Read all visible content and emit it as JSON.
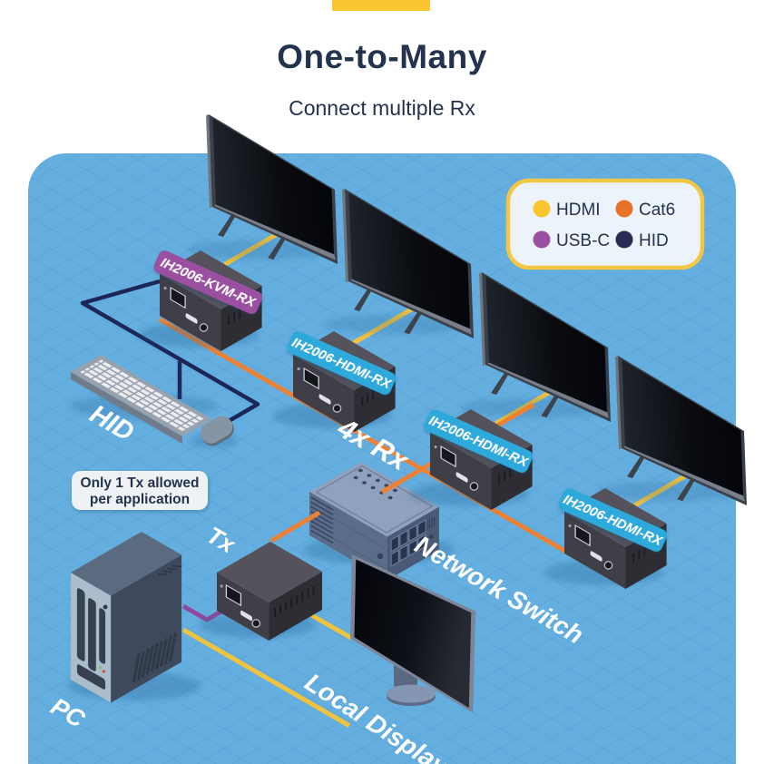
{
  "header": {
    "title": "One-to-Many",
    "subtitle": "Connect multiple Rx"
  },
  "legend": {
    "items": [
      {
        "label": "HDMI",
        "color": "#f9c62f"
      },
      {
        "label": "Cat6",
        "color": "#e8722a"
      },
      {
        "label": "USB-C",
        "color": "#9b4fa0"
      },
      {
        "label": "HID",
        "color": "#272c55"
      }
    ]
  },
  "note": {
    "line1": "Only 1 Tx allowed",
    "line2": "per application"
  },
  "devices": {
    "kvm_rx_label": "IH2006-KVM-RX",
    "hdmi_rx_label": "IH2006-HDMI-RX",
    "rx_count_label": "4x Rx",
    "tx_label": "Tx",
    "hid_label": "HID",
    "pc_label": "PC",
    "network_switch_label": "Network Switch",
    "local_display_label": "Local Display"
  },
  "colors": {
    "accent_yellow": "#f9c62f",
    "panel_blue": "#65afe0",
    "title_navy": "#24334d",
    "line_hdmi": "#f0c23d",
    "line_cat6": "#ee8034",
    "line_usbc": "#8f4a9e",
    "line_hid": "#1c2757"
  }
}
